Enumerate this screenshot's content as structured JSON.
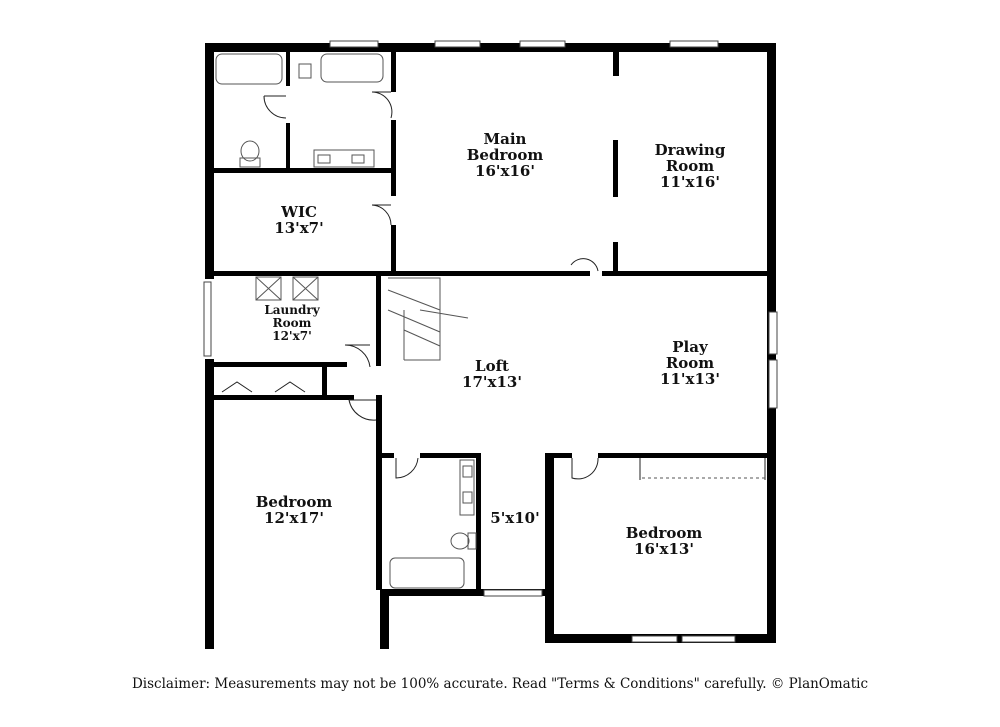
{
  "rooms": {
    "main_bedroom": {
      "name_line1": "Main",
      "name_line2": "Bedroom",
      "size": "16'x16'"
    },
    "drawing_room": {
      "name_line1": "Drawing",
      "name_line2": "Room",
      "size": "11'x16'"
    },
    "wic": {
      "name": "WIC",
      "size": "13'x7'"
    },
    "laundry_room": {
      "name_line1": "Laundry",
      "name_line2": "Room",
      "size": "12'x7'"
    },
    "loft": {
      "name": "Loft",
      "size": "17'x13'"
    },
    "play_room": {
      "name_line1": "Play",
      "name_line2": "Room",
      "size": "11'x13'"
    },
    "bedroom_left": {
      "name": "Bedroom",
      "size": "12'x17'"
    },
    "hall": {
      "size": "5'x10'"
    },
    "bedroom_right": {
      "name": "Bedroom",
      "size": "16'x13'"
    }
  },
  "disclaimer": "Disclaimer: Measurements may not be 100% accurate. Read \"Terms & Conditions\" carefully. © PlanOmatic",
  "colors": {
    "wall": "#000000",
    "fixture": "#555555",
    "background": "#ffffff"
  }
}
